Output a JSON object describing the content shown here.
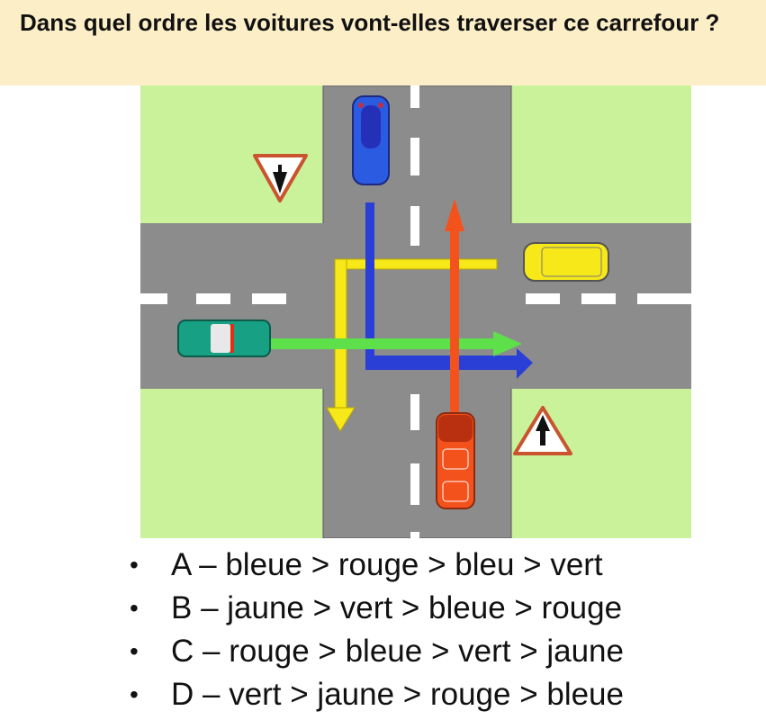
{
  "question": "Dans quel ordre les voitures vont-elles traverser ce carrefour ?",
  "diagram": {
    "cars": [
      "bleue",
      "jaune",
      "verte",
      "rouge"
    ],
    "signs": [
      "yield-priority-sign",
      "priority-road-intersection-sign"
    ],
    "colors": {
      "grass": "#c9f29b",
      "road": "#8c8c8c",
      "blue": "#2a3fd6",
      "yellow": "#f7e81a",
      "green": "#5de04a",
      "red": "#f4521c"
    }
  },
  "answers": [
    {
      "label": "A – bleue > rouge > bleu > vert"
    },
    {
      "label": "B – jaune > vert > bleue > rouge"
    },
    {
      "label": "C – rouge > bleue > vert > jaune"
    },
    {
      "label": "D – vert > jaune > rouge > bleue"
    }
  ],
  "bullet": "•"
}
